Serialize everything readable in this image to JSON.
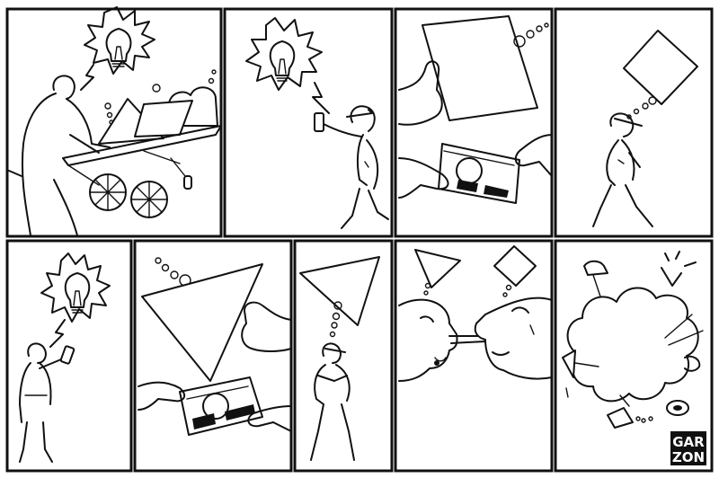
{
  "comic": {
    "signature": "GARZON",
    "signature_lines": [
      "GAR",
      "ZON"
    ],
    "panel_count": 9,
    "ink_color": "#111111",
    "paper_color": "#ffffff"
  }
}
